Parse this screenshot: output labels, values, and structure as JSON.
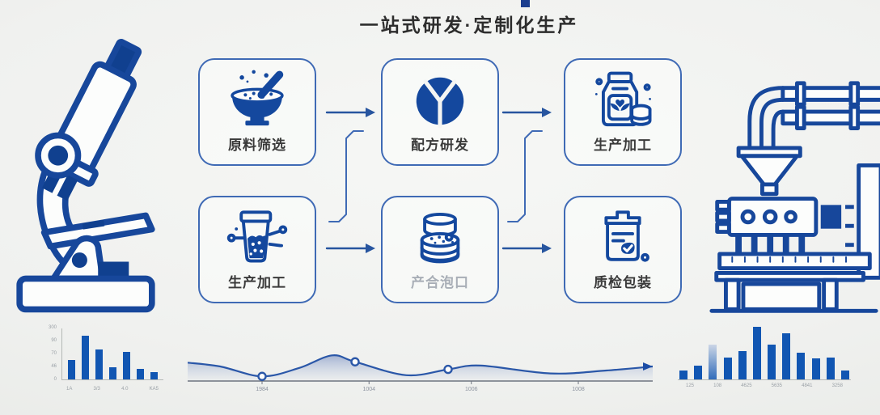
{
  "title": "一站式研发·定制化生产",
  "flow_steps": [
    {
      "label": "原料筛选",
      "icon": "mortar-bowl-icon"
    },
    {
      "label": "配方研发",
      "icon": "pie-chart-icon"
    },
    {
      "label": "生产加工",
      "icon": "package-bag-icon"
    },
    {
      "label": "生产加工",
      "icon": "hopper-flask-icon"
    },
    {
      "label": "产合泡口",
      "icon": "stacked-dishes-icon",
      "muted": true
    },
    {
      "label": "质检包装",
      "icon": "carton-check-icon"
    }
  ],
  "colors": {
    "primary_blue": "#17479b",
    "icon_blue": "#14489e",
    "bar_blue": "#1156b2",
    "box_border": "#3f6ab5",
    "label_dark": "#3a3a3a",
    "label_muted": "#a8aeb6",
    "axis_gray": "#b4b8b5",
    "tick_text": "#9aa0a6"
  },
  "chart_data": [
    {
      "type": "bar",
      "position": "bottom-left",
      "values": [
        40,
        88,
        60,
        24,
        56,
        21,
        15
      ],
      "ymax": 100,
      "y_tick_labels": [
        "300",
        "90",
        "70",
        "46",
        "0"
      ],
      "x_tick_labels": [
        "1A",
        "3/3",
        "4.0",
        "KA5"
      ],
      "bar_color": "#1156b2",
      "grid": false,
      "legend": false
    },
    {
      "type": "area",
      "position": "bottom-center",
      "points": [
        [
          0,
          0.63
        ],
        [
          0.07,
          0.5
        ],
        [
          0.16,
          0.16
        ],
        [
          0.24,
          0.45
        ],
        [
          0.31,
          0.88
        ],
        [
          0.36,
          0.66
        ],
        [
          0.47,
          0.2
        ],
        [
          0.56,
          0.4
        ],
        [
          0.63,
          0.53
        ],
        [
          0.78,
          0.26
        ],
        [
          0.9,
          0.36
        ],
        [
          1,
          0.5
        ]
      ],
      "markers": [
        [
          0.16,
          0.16
        ],
        [
          0.36,
          0.66
        ],
        [
          0.56,
          0.4
        ]
      ],
      "x_tick_labels": [
        "1984",
        "1004",
        "1006",
        "1008"
      ],
      "x_tick_pos": [
        0.16,
        0.39,
        0.61,
        0.84
      ],
      "line_color": "#2a57a8",
      "has_end_arrow": true,
      "grid": false,
      "legend": false
    },
    {
      "type": "bar",
      "position": "bottom-right",
      "values": [
        12,
        18,
        45,
        28,
        37,
        68,
        45,
        60,
        35,
        27,
        28,
        12
      ],
      "ymax": 70,
      "gradient_bar_index": 2,
      "x_tick_labels": [
        "125",
        "108",
        "4625",
        "5635",
        "4841",
        "3258"
      ],
      "bar_color": "#1156b2",
      "grid": false,
      "legend": false
    }
  ]
}
